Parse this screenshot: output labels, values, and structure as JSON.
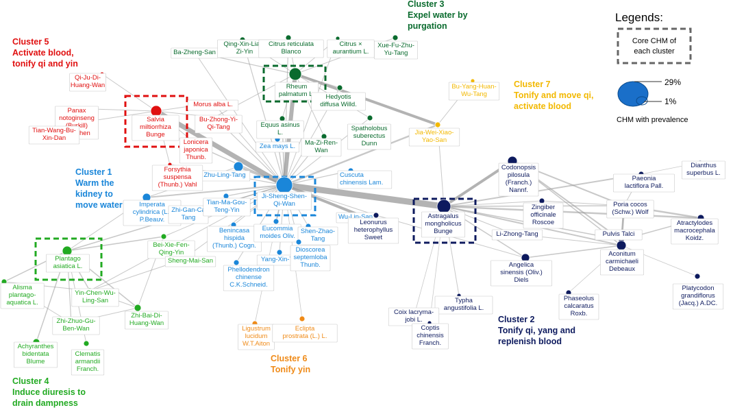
{
  "colors": {
    "cluster1": "#1a86d9",
    "cluster2": "#0d1a5e",
    "cluster3": "#0a6b2e",
    "cluster4": "#22aa22",
    "cluster5": "#e01010",
    "cluster6": "#ef8a17",
    "cluster7": "#f2b800",
    "edge": "#9a9a9a",
    "core_box": "#666666"
  },
  "clusters": [
    {
      "id": "c1",
      "lines": [
        "Cluster 1",
        "Warm the",
        "kidney to",
        "move water"
      ],
      "color": "#1a86d9"
    },
    {
      "id": "c2",
      "lines": [
        "Cluster 2",
        "Tonify qi, yang and",
        "replenish blood"
      ],
      "color": "#0d1a5e"
    },
    {
      "id": "c3",
      "lines": [
        "Cluster 3",
        "Expel water by",
        "purgation"
      ],
      "color": "#0a6b2e"
    },
    {
      "id": "c4",
      "lines": [
        "Cluster 4",
        "Induce diuresis to",
        "drain dampness"
      ],
      "color": "#22aa22"
    },
    {
      "id": "c5",
      "lines": [
        "Cluster 5",
        "Activate blood,",
        "tonify qi and yin"
      ],
      "color": "#e01010"
    },
    {
      "id": "c6",
      "lines": [
        "Cluster 6",
        "Tonify yin"
      ],
      "color": "#ef8a17"
    },
    {
      "id": "c7",
      "lines": [
        "Cluster 7",
        "Tonify and move qi,",
        "activate blood"
      ],
      "color": "#f2b800"
    }
  ],
  "legend": {
    "title": "Legends:",
    "core_label_lines": [
      "Core CHM of",
      "each cluster"
    ],
    "pct_high": "29%",
    "pct_low": "1%",
    "prevalence_label": "CHM with prevalence"
  },
  "nodes": [
    {
      "id": "jssqw",
      "lines": [
        "Ji-Sheng-Shen-",
        "Qi-Wan"
      ],
      "cluster": "c1",
      "size": 12,
      "core": true
    },
    {
      "id": "zlt",
      "lines": [
        "Zhu-Ling-Tang"
      ],
      "cluster": "c1",
      "size": 7
    },
    {
      "id": "zmsl",
      "lines": [
        "Zea mays L."
      ],
      "cluster": "c1",
      "size": 4
    },
    {
      "id": "cusc",
      "lines": [
        "Cuscuta",
        "chinensis Lam."
      ],
      "cluster": "c1",
      "size": 4
    },
    {
      "id": "impe",
      "lines": [
        "Imperata",
        "cylindrica (L.)",
        "P.Beauv."
      ],
      "cluster": "c1",
      "size": 6
    },
    {
      "id": "zgct",
      "lines": [
        "Zhi-Gan-Ca",
        "Tang"
      ],
      "cluster": "c1",
      "size": 4
    },
    {
      "id": "tmgt",
      "lines": [
        "Tian-Ma-Gou-",
        "Teng-Yin"
      ],
      "cluster": "c1",
      "size": 4
    },
    {
      "id": "wls",
      "lines": [
        "Wu-Lin-San"
      ],
      "cluster": "c1",
      "size": 5
    },
    {
      "id": "beni",
      "lines": [
        "Benincasa",
        "hispida",
        "(Thunb.) Cogn."
      ],
      "cluster": "c1",
      "size": 4
    },
    {
      "id": "euco",
      "lines": [
        "Eucommia",
        "moides Oliv."
      ],
      "cluster": "c1",
      "size": 4
    },
    {
      "id": "szt",
      "lines": [
        "Shen-Zhao-",
        "Tang"
      ],
      "cluster": "c1",
      "size": 4
    },
    {
      "id": "yxt",
      "lines": [
        "Yang-Xin-Tang"
      ],
      "cluster": "c1",
      "size": 4
    },
    {
      "id": "dios",
      "lines": [
        "Dioscorea",
        "septemloba",
        "Thunb."
      ],
      "cluster": "c1",
      "size": 4
    },
    {
      "id": "phel",
      "lines": [
        "Phellodendron",
        "chinense",
        "C.K.Schneid."
      ],
      "cluster": "c1",
      "size": 4
    },
    {
      "id": "astr",
      "lines": [
        "Astragalus",
        "mongholicus",
        "Bunge"
      ],
      "cluster": "c2",
      "size": 10,
      "core": true
    },
    {
      "id": "codo",
      "lines": [
        "Codonopsis",
        "pilosula",
        "(Franch.)",
        "Nannf."
      ],
      "cluster": "c2",
      "size": 7
    },
    {
      "id": "paeo",
      "lines": [
        "Paeonia",
        "lactiflora Pall."
      ],
      "cluster": "c2",
      "size": 4
    },
    {
      "id": "dian",
      "lines": [
        "Dianthus",
        "superbus L."
      ],
      "cluster": "c2",
      "size": 3
    },
    {
      "id": "zing",
      "lines": [
        "Zingiber",
        "officinale",
        "Roscoe"
      ],
      "cluster": "c2",
      "size": 4
    },
    {
      "id": "pori",
      "lines": [
        "Poria cocos",
        "(Schw.) Wolf"
      ],
      "cluster": "c2",
      "size": 6
    },
    {
      "id": "atra",
      "lines": [
        "Atractylodes",
        "macrocephala",
        "Koidz."
      ],
      "cluster": "c2",
      "size": 5
    },
    {
      "id": "pult",
      "lines": [
        "Pulvis Talci"
      ],
      "cluster": "c2",
      "size": 4
    },
    {
      "id": "leon",
      "lines": [
        "Leonurus",
        "heterophyllus",
        "Sweet"
      ],
      "cluster": "c2",
      "size": 4
    },
    {
      "id": "lzt",
      "lines": [
        "Li-Zhong-Tang"
      ],
      "cluster": "c2",
      "size": 4
    },
    {
      "id": "ange",
      "lines": [
        "Angelica",
        "sinensis (Oliv.)",
        "Diels"
      ],
      "cluster": "c2",
      "size": 6
    },
    {
      "id": "acon",
      "lines": [
        "Aconitum",
        "carmichaeli",
        "Debeaux"
      ],
      "cluster": "c2",
      "size": 7
    },
    {
      "id": "typh",
      "lines": [
        "Typha",
        "angustifolia L."
      ],
      "cluster": "c2",
      "size": 3
    },
    {
      "id": "coix",
      "lines": [
        "Coix lacryma-",
        "jobi L."
      ],
      "cluster": "c2",
      "size": 3
    },
    {
      "id": "copt",
      "lines": [
        "Coptis",
        "chinensis",
        "Franch."
      ],
      "cluster": "c2",
      "size": 3
    },
    {
      "id": "phas",
      "lines": [
        "Phaseolus",
        "calcaratus",
        "Roxb."
      ],
      "cluster": "c2",
      "size": 4
    },
    {
      "id": "plat",
      "lines": [
        "Platycodon",
        "grandiflorus",
        "(Jacq.) A.DC."
      ],
      "cluster": "c2",
      "size": 4
    },
    {
      "id": "rheu",
      "lines": [
        "Rheum",
        "palmatum L."
      ],
      "cluster": "c3",
      "size": 9,
      "core": true
    },
    {
      "id": "bzs",
      "lines": [
        "Ba-Zheng-San"
      ],
      "cluster": "c3",
      "size": 4
    },
    {
      "id": "qxlzy",
      "lines": [
        "Qing-Xin-Lian-",
        "Zi-Yin"
      ],
      "cluster": "c3",
      "size": 4
    },
    {
      "id": "citr",
      "lines": [
        "Citrus reticulata",
        "Blanco"
      ],
      "cluster": "c3",
      "size": 4
    },
    {
      "id": "cita",
      "lines": [
        "Citrus ×",
        "aurantium L."
      ],
      "cluster": "c3",
      "size": 3
    },
    {
      "id": "xfzyt",
      "lines": [
        "Xue-Fu-Zhu-",
        "Yu-Tang"
      ],
      "cluster": "c3",
      "size": 4
    },
    {
      "id": "hedy",
      "lines": [
        "Hedyotis",
        "diffusa Willd."
      ],
      "cluster": "c3",
      "size": 4
    },
    {
      "id": "equu",
      "lines": [
        "Equus asinus",
        "L."
      ],
      "cluster": "c3",
      "size": 4
    },
    {
      "id": "spat",
      "lines": [
        "Spatholobus",
        "suberectus",
        "Dunn"
      ],
      "cluster": "c3",
      "size": 4
    },
    {
      "id": "mzrw",
      "lines": [
        "Ma-Zi-Ren-",
        "Wan"
      ],
      "cluster": "c3",
      "size": 4
    },
    {
      "id": "plan",
      "lines": [
        "Plantago",
        "asiatica L."
      ],
      "cluster": "c4",
      "size": 7,
      "core": true
    },
    {
      "id": "bxfq",
      "lines": [
        "Bei-Xie-Fen-",
        "Qing-Yin"
      ],
      "cluster": "c4",
      "size": 4
    },
    {
      "id": "sms",
      "lines": [
        "Sheng-Mai-San"
      ],
      "cluster": "c4",
      "size": 4
    },
    {
      "id": "alis",
      "lines": [
        "Alisma",
        "plantago-",
        "aquatica L."
      ],
      "cluster": "c4",
      "size": 4
    },
    {
      "id": "ycwl",
      "lines": [
        "Yin-Chen-Wu-",
        "Ling-San"
      ],
      "cluster": "c4",
      "size": 4
    },
    {
      "id": "zbdh",
      "lines": [
        "Zhi-Bai-Di-",
        "Huang-Wan"
      ],
      "cluster": "c4",
      "size": 5
    },
    {
      "id": "zzgb",
      "lines": [
        "Zhi-Zhuo-Gu-",
        "Ben-Wan"
      ],
      "cluster": "c4",
      "size": 4
    },
    {
      "id": "achy",
      "lines": [
        "Achyranthes",
        "bidentata",
        "Blume"
      ],
      "cluster": "c4",
      "size": 5
    },
    {
      "id": "clem",
      "lines": [
        "Clematis",
        "armandii",
        "Franch."
      ],
      "cluster": "c4",
      "size": 4
    },
    {
      "id": "salv",
      "lines": [
        "Salvia",
        "miltiorrhiza",
        "Bunge"
      ],
      "cluster": "c5",
      "size": 8,
      "core": true
    },
    {
      "id": "qjdh",
      "lines": [
        "Qi-Ju-Di-",
        "Huang-Wan"
      ],
      "cluster": "c5",
      "size": 3
    },
    {
      "id": "pana",
      "lines": [
        "Panax",
        "notoginseng",
        "(Burkill)",
        "F.H.Chen"
      ],
      "cluster": "c5",
      "size": 3
    },
    {
      "id": "twbx",
      "lines": [
        "Tian-Wang-Bu-",
        "Xin-Dan"
      ],
      "cluster": "c5",
      "size": 3
    },
    {
      "id": "mora",
      "lines": [
        "Morus alba L."
      ],
      "cluster": "c5",
      "size": 3
    },
    {
      "id": "bzyq",
      "lines": [
        "Bu-Zhong-Yi-",
        "Qi-Tang"
      ],
      "cluster": "c5",
      "size": 3
    },
    {
      "id": "loni",
      "lines": [
        "Lonicera",
        "japonica",
        "Thunb."
      ],
      "cluster": "c5",
      "size": 3
    },
    {
      "id": "fors",
      "lines": [
        "Forsythia",
        "suspensa",
        "(Thunb.) Vahl"
      ],
      "cluster": "c5",
      "size": 3
    },
    {
      "id": "ligu",
      "lines": [
        "Ligustrum",
        "lucidum",
        "W.T.Aiton"
      ],
      "cluster": "c6",
      "size": 4
    },
    {
      "id": "eclp",
      "lines": [
        "Eclipta",
        "prostrata (L.) L."
      ],
      "cluster": "c6",
      "size": 4
    },
    {
      "id": "byhw",
      "lines": [
        "Bu-Yang-Huan-",
        "Wu-Tang"
      ],
      "cluster": "c7",
      "size": 3
    },
    {
      "id": "jwxy",
      "lines": [
        "Jia-Wei-Xiao-",
        "Yao-San"
      ],
      "cluster": "c7",
      "size": 4
    }
  ],
  "edges": [
    {
      "s": "jssqw",
      "t": "astr",
      "w": 9
    },
    {
      "s": "jssqw",
      "t": "salv",
      "w": 7
    },
    {
      "s": "jssqw",
      "t": "rheu",
      "w": 6
    },
    {
      "s": "jssqw",
      "t": "zlt",
      "w": 3
    },
    {
      "s": "jssqw",
      "t": "wls",
      "w": 4
    },
    {
      "s": "jssqw",
      "t": "plan",
      "w": 1.5
    },
    {
      "s": "jssqw",
      "t": "jwxy",
      "w": 2.5
    },
    {
      "s": "jssqw",
      "t": "impe",
      "w": 2
    },
    {
      "s": "jssqw",
      "t": "zmsl",
      "w": 1.5
    },
    {
      "s": "jssqw",
      "t": "cusc",
      "w": 1.2
    },
    {
      "s": "jssqw",
      "t": "zgct",
      "w": 1.2
    },
    {
      "s": "jssqw",
      "t": "tmgt",
      "w": 1.2
    },
    {
      "s": "jssqw",
      "t": "beni",
      "w": 1
    },
    {
      "s": "jssqw",
      "t": "euco",
      "w": 1.5
    },
    {
      "s": "jssqw",
      "t": "szt",
      "w": 1
    },
    {
      "s": "jssqw",
      "t": "yxt",
      "w": 1
    },
    {
      "s": "jssqw",
      "t": "dios",
      "w": 1
    },
    {
      "s": "jssqw",
      "t": "phel",
      "w": 1
    },
    {
      "s": "jssqw",
      "t": "bxfq",
      "w": 1
    },
    {
      "s": "jssqw",
      "t": "sms",
      "w": 1
    },
    {
      "s": "jssqw",
      "t": "ycwl",
      "w": 1
    },
    {
      "s": "jssqw",
      "t": "mzrw",
      "w": 1.2
    },
    {
      "s": "jssqw",
      "t": "spat",
      "w": 1
    },
    {
      "s": "jssqw",
      "t": "hedy",
      "w": 1
    },
    {
      "s": "jssqw",
      "t": "equu",
      "w": 1.5
    },
    {
      "s": "jssqw",
      "t": "loni",
      "w": 1.5
    },
    {
      "s": "jssqw",
      "t": "fors",
      "w": 1.2
    },
    {
      "s": "jssqw",
      "t": "bzyq",
      "w": 1.2
    },
    {
      "s": "jssqw",
      "t": "mora",
      "w": 1
    },
    {
      "s": "jssqw",
      "t": "citr",
      "w": 1.2
    },
    {
      "s": "jssqw",
      "t": "qxlzy",
      "w": 1.2
    },
    {
      "s": "jssqw",
      "t": "cita",
      "w": 1
    },
    {
      "s": "jssqw",
      "t": "bzs",
      "w": 1
    },
    {
      "s": "jssqw",
      "t": "ligu",
      "w": 0.8
    },
    {
      "s": "jssqw",
      "t": "eclp",
      "w": 0.8
    },
    {
      "s": "jssqw",
      "t": "leon",
      "w": 1
    },
    {
      "s": "rheu",
      "t": "jwxy",
      "w": 4
    },
    {
      "s": "rheu",
      "t": "bzs",
      "w": 1.2
    },
    {
      "s": "rheu",
      "t": "qxlzy",
      "w": 1
    },
    {
      "s": "rheu",
      "t": "citr",
      "w": 1
    },
    {
      "s": "rheu",
      "t": "cita",
      "w": 1
    },
    {
      "s": "rheu",
      "t": "xfzyt",
      "w": 1
    },
    {
      "s": "rheu",
      "t": "hedy",
      "w": 1
    },
    {
      "s": "rheu",
      "t": "spat",
      "w": 1
    },
    {
      "s": "rheu",
      "t": "equu",
      "w": 1
    },
    {
      "s": "rheu",
      "t": "mzrw",
      "w": 1
    },
    {
      "s": "rheu",
      "t": "bzyq",
      "w": 1
    },
    {
      "s": "jwxy",
      "t": "byhw",
      "w": 1
    },
    {
      "s": "jwxy",
      "t": "astr",
      "w": 1
    },
    {
      "s": "salv",
      "t": "qjdh",
      "w": 1
    },
    {
      "s": "salv",
      "t": "pana",
      "w": 1
    },
    {
      "s": "salv",
      "t": "twbx",
      "w": 1
    },
    {
      "s": "salv",
      "t": "mora",
      "w": 1
    },
    {
      "s": "salv",
      "t": "loni",
      "w": 1
    },
    {
      "s": "salv",
      "t": "fors",
      "w": 1
    },
    {
      "s": "salv",
      "t": "bzyq",
      "w": 1
    },
    {
      "s": "astr",
      "t": "codo",
      "w": 4
    },
    {
      "s": "astr",
      "t": "paeo",
      "w": 2
    },
    {
      "s": "astr",
      "t": "atra",
      "w": 2.5
    },
    {
      "s": "astr",
      "t": "pori",
      "w": 1.5
    },
    {
      "s": "astr",
      "t": "acon",
      "w": 2
    },
    {
      "s": "astr",
      "t": "pult",
      "w": 1.5
    },
    {
      "s": "astr",
      "t": "ange",
      "w": 1.5
    },
    {
      "s": "astr",
      "t": "lzt",
      "w": 1
    },
    {
      "s": "astr",
      "t": "typh",
      "w": 1
    },
    {
      "s": "astr",
      "t": "coix",
      "w": 0.8
    },
    {
      "s": "astr",
      "t": "copt",
      "w": 0.8
    },
    {
      "s": "astr",
      "t": "zing",
      "w": 1
    },
    {
      "s": "codo",
      "t": "pori",
      "w": 2
    },
    {
      "s": "codo",
      "t": "pult",
      "w": 2
    },
    {
      "s": "codo",
      "t": "acon",
      "w": 1.5
    },
    {
      "s": "pori",
      "t": "atra",
      "w": 2.5
    },
    {
      "s": "pori",
      "t": "acon",
      "w": 3
    },
    {
      "s": "pori",
      "t": "pult",
      "w": 1.5
    },
    {
      "s": "pori",
      "t": "zing",
      "w": 1
    },
    {
      "s": "paeo",
      "t": "dian",
      "w": 0.8
    },
    {
      "s": "paeo",
      "t": "pori",
      "w": 1
    },
    {
      "s": "atra",
      "t": "pult",
      "w": 1.5
    },
    {
      "s": "acon",
      "t": "phas",
      "w": 0.8
    },
    {
      "s": "acon",
      "t": "plat",
      "w": 0.8
    },
    {
      "s": "acon",
      "t": "ange",
      "w": 1.5
    },
    {
      "s": "acon",
      "t": "lzt",
      "w": 1
    },
    {
      "s": "ange",
      "t": "leon",
      "w": 1
    },
    {
      "s": "plan",
      "t": "bxfq",
      "w": 1.5
    },
    {
      "s": "plan",
      "t": "alis",
      "w": 1.5
    },
    {
      "s": "plan",
      "t": "ycwl",
      "w": 1.5
    },
    {
      "s": "plan",
      "t": "zbdh",
      "w": 1.5
    },
    {
      "s": "plan",
      "t": "zzgb",
      "w": 1.2
    },
    {
      "s": "plan",
      "t": "achy",
      "w": 1.5
    },
    {
      "s": "plan",
      "t": "clem",
      "w": 1
    },
    {
      "s": "plan",
      "t": "impe",
      "w": 1
    },
    {
      "s": "alis",
      "t": "ycwl",
      "w": 1
    },
    {
      "s": "alis",
      "t": "zzgb",
      "w": 1
    },
    {
      "s": "ycwl",
      "t": "zbdh",
      "w": 1
    },
    {
      "s": "zzgb",
      "t": "zbdh",
      "w": 1
    },
    {
      "s": "bxfq",
      "t": "zbdh",
      "w": 1
    },
    {
      "s": "sms",
      "t": "ycwl",
      "w": 1
    },
    {
      "s": "impe",
      "t": "zlt",
      "w": 1
    }
  ]
}
